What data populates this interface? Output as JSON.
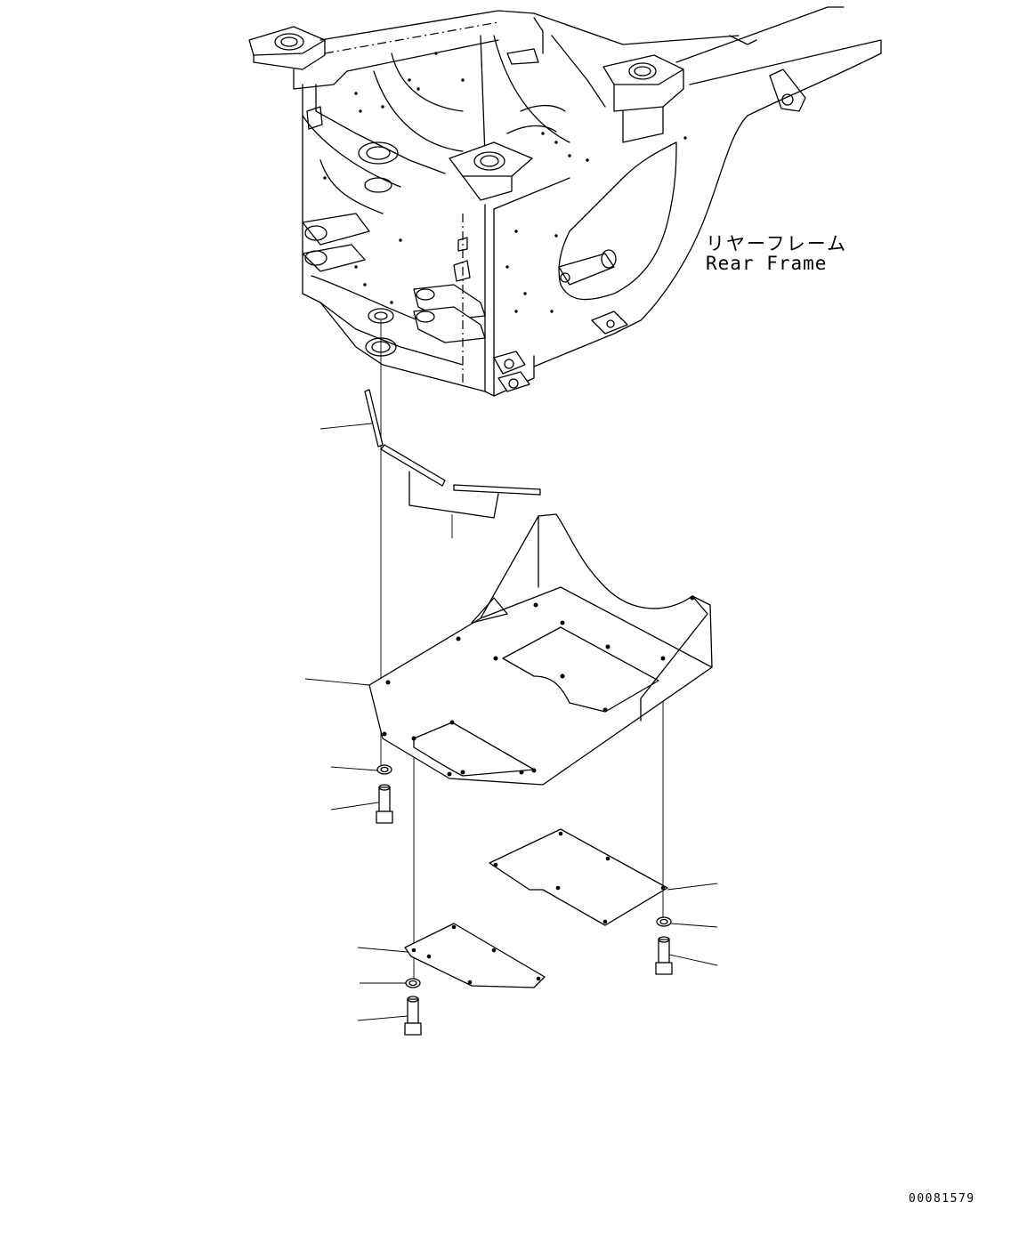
{
  "labels": {
    "rear_frame_jp": "リヤーフレーム",
    "rear_frame_en": "Rear Frame"
  },
  "doc_number": "00081579"
}
